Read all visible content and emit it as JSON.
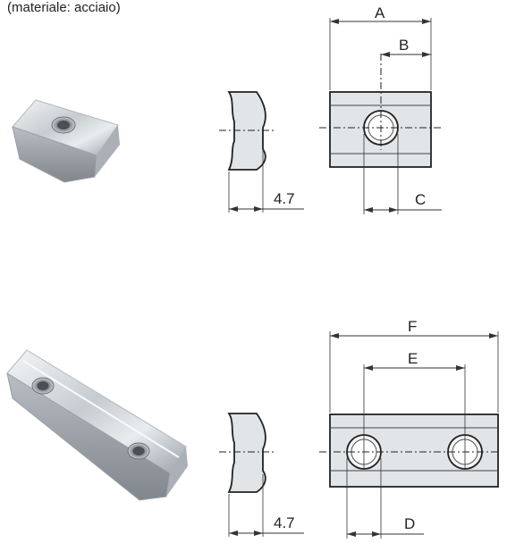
{
  "caption": "(materiale: acciaio)",
  "top_drawing": {
    "profile_dimension": "4.7",
    "labels": {
      "a": "A",
      "b": "B",
      "c": "C"
    }
  },
  "bottom_drawing": {
    "profile_dimension": "4.7",
    "labels": {
      "d": "D",
      "e": "E",
      "f": "F"
    }
  }
}
